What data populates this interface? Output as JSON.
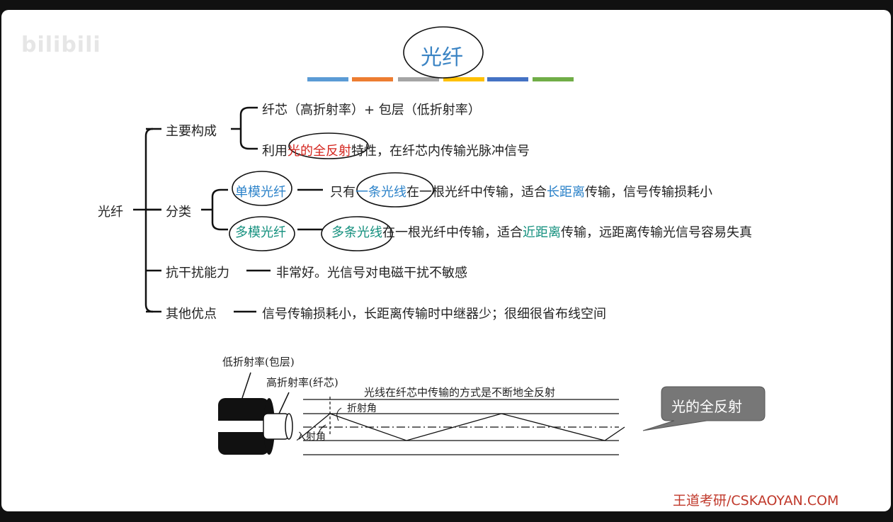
{
  "watermark": "bilibili",
  "title": "光纤",
  "color_bars": [
    "#5b9bd5",
    "#ed7d31",
    "#a5a5a5",
    "#ffc000",
    "#4472c4",
    "#70ad47"
  ],
  "mindmap": {
    "root": "光纤",
    "branch1": {
      "label": "主要构成",
      "item1": "纤芯（高折射率）+ 包层（低折射率）",
      "item2_pre": "利用",
      "item2_hl": "光的全反射",
      "item2_post": "特性，在纤芯内传输光脉冲信号"
    },
    "branch2": {
      "label": "分类",
      "single": {
        "name": "单模光纤",
        "pre": "只有",
        "hl1": "一条光线",
        "mid": "在一根光纤中传输，适合",
        "hl2": "长距离",
        "post": "传输，信号传输损耗小"
      },
      "multi": {
        "name": "多模光纤",
        "hl1": "多条光线",
        "mid": "在一根光纤中传输，适合",
        "hl2": "近距离",
        "post": "传输，远距离传输光信号容易失真"
      }
    },
    "branch3": {
      "label": "抗干扰能力",
      "text": "非常好。光信号对电磁干扰不敏感"
    },
    "branch4": {
      "label": "其他优点",
      "text": "信号传输损耗小，长距离传输时中继器少；很细很省布线空间"
    }
  },
  "figure": {
    "cladding_label": "低折射率(包层)",
    "core_label": "高折射率(纤芯)",
    "caption": "光线在纤芯中传输的方式是不断地全反射",
    "refraction_angle": "折射角",
    "incidence_angle": "入射角"
  },
  "callout": "光的全反射",
  "footer": "王道考研/CSKAOYAN.COM"
}
